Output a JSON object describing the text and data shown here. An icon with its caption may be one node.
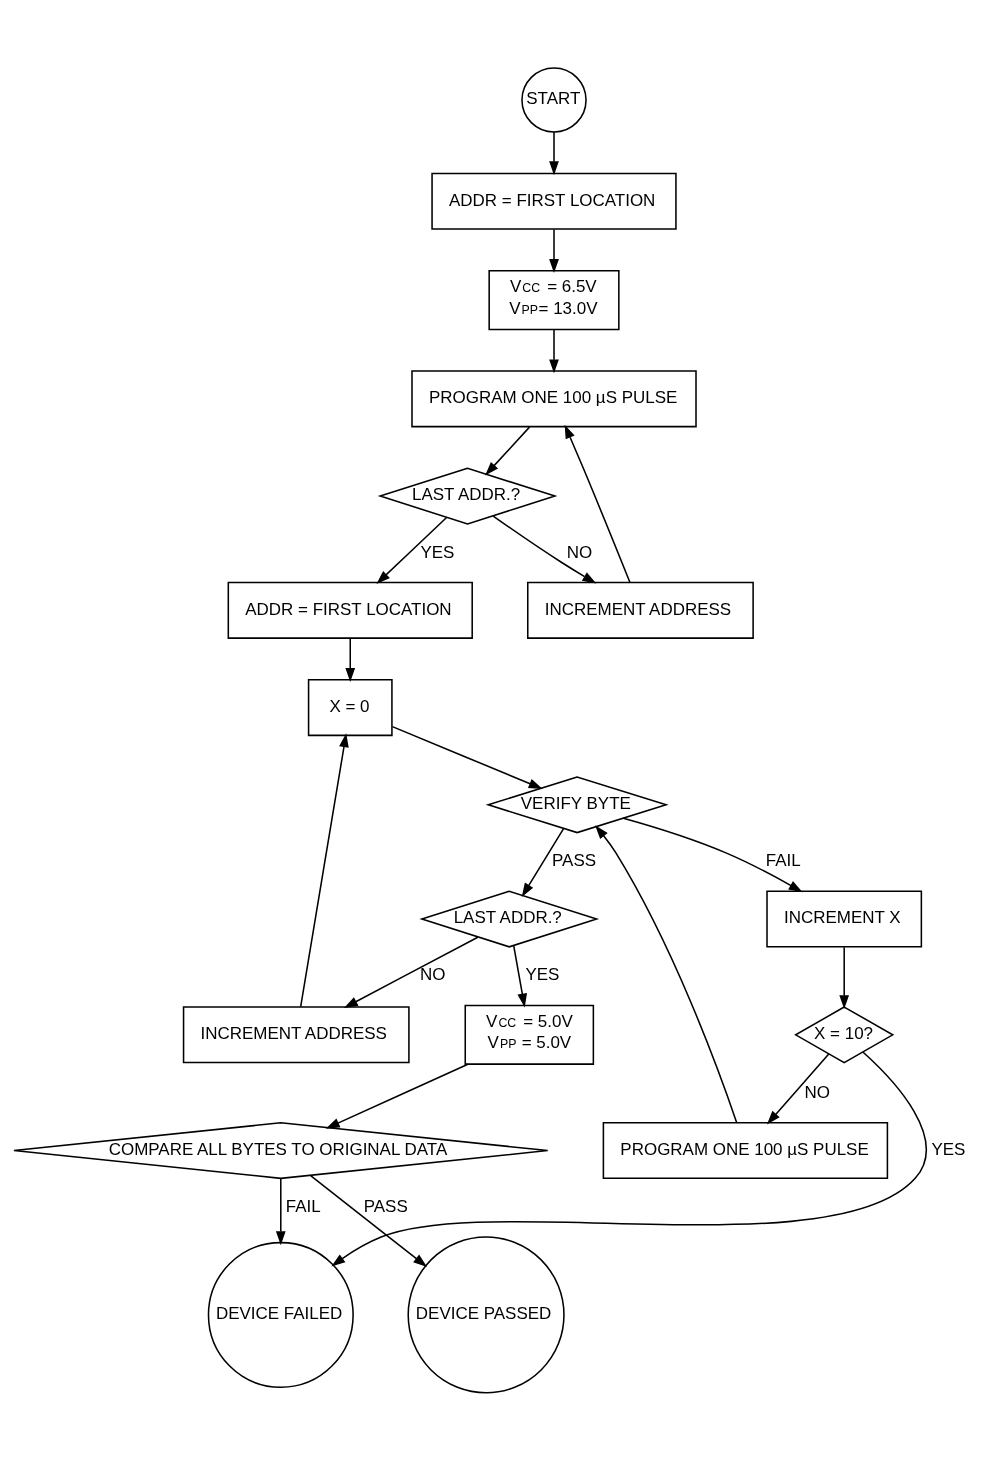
{
  "diagram": {
    "nodes": [
      {
        "text": [
          "START"
        ]
      },
      {
        "text": [
          "ADDR = FIRST LOCATION"
        ]
      },
      {
        "text": [
          "V$_{CC}$ = 6.5V",
          "V$_{PP}$= 13.0V"
        ]
      },
      {
        "text": [
          "PROGRAM ONE 100 µS PULSE"
        ]
      },
      {
        "text": [
          "LAST ADDR.?"
        ]
      },
      {
        "text": [
          "INCREMENT ADDRESS"
        ]
      },
      {
        "text": [
          "ADDR = FIRST LOCATION"
        ]
      },
      {
        "text": [
          "INCREMENT ADDRESS"
        ]
      },
      {
        "text": [
          "X = 0"
        ]
      },
      {
        "text": [
          "LAST ADDR.?"
        ]
      },
      {
        "text": [
          "VERIFY BYTE"
        ]
      },
      {
        "text": [
          "INCREMENT X"
        ]
      },
      {
        "text": [
          "PROGRAM ONE 100 µS PULSE"
        ]
      },
      {
        "text": [
          "X = 10?"
        ]
      },
      {
        "text": [
          "V$_{CC}$ = 5.0V",
          "V$_{PP}$ = 5.0V"
        ]
      },
      {
        "text": [
          "COMPARE ALL BYTES TO ORIGINAL DATA"
        ]
      },
      {
        "text": [
          "DEVICE FAILED"
        ]
      },
      {
        "text": [
          "DEVICE PASSED"
        ]
      }
    ],
    "edges": [
      {
        "from": 0,
        "to": 1,
        "arrow": "to"
      },
      {
        "from": 1,
        "to": 2,
        "arrow": "to"
      },
      {
        "from": 2,
        "to": 3,
        "arrow": "to"
      },
      {
        "from": 3,
        "to": 4,
        "arrow": "to"
      },
      {
        "from": 4,
        "to": 5,
        "arrow": "to",
        "label": "NO"
      },
      {
        "from": 5,
        "to": 3,
        "arrow": "to"
      },
      {
        "from": 4,
        "to": 6,
        "arrow": "to",
        "label": "YES"
      },
      {
        "from": 6,
        "to": 8,
        "arrow": "to"
      },
      {
        "from": 7,
        "to": 8,
        "arrow": "to"
      },
      {
        "from": 8,
        "to": 10,
        "arrow": "to"
      },
      {
        "from": 10,
        "to": 9,
        "arrow": "to",
        "label": "PASS"
      },
      {
        "from": 10,
        "to": 11,
        "arrow": "to",
        "label": "FAIL"
      },
      {
        "from": 9,
        "to": 7,
        "arrow": "to",
        "label": "NO"
      },
      {
        "from": 9,
        "to": 14,
        "arrow": "to",
        "label": "YES"
      },
      {
        "from": 11,
        "to": 13,
        "arrow": "to"
      },
      {
        "from": 13,
        "to": 12,
        "arrow": "to",
        "label": "NO"
      },
      {
        "from": 12,
        "to": 10,
        "arrow": "to"
      },
      {
        "from": 13,
        "to": 16,
        "arrow": "to",
        "label": "YES"
      },
      {
        "from": 14,
        "to": 15,
        "arrow": "to"
      },
      {
        "from": 15,
        "to": 16,
        "arrow": "to",
        "label": "FAIL"
      },
      {
        "from": 15,
        "to": 17,
        "arrow": "to",
        "label": "PASS"
      }
    ]
  }
}
